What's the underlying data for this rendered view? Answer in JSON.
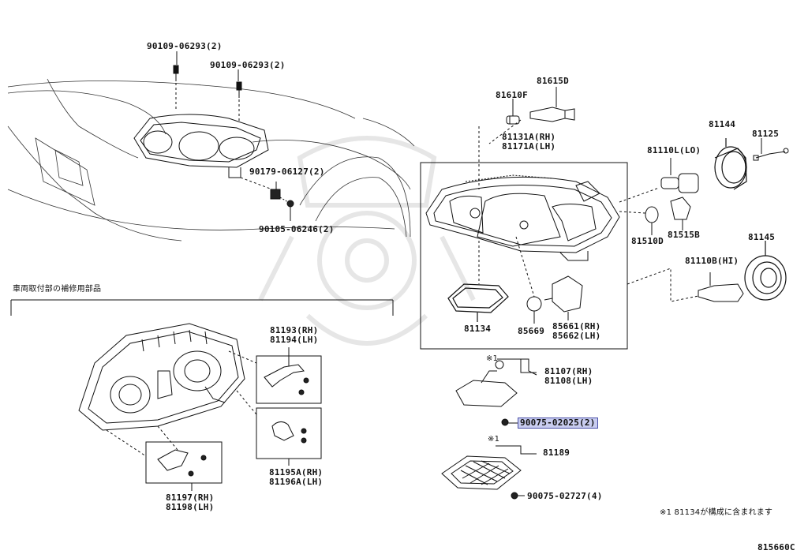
{
  "labels": {
    "p90109_a": "90109-06293(2)",
    "p90109_b": "90109-06293(2)",
    "p90179": "90179-06127(2)",
    "p90105": "90105-06246(2)",
    "p81610f": "81610F",
    "p81615d": "81615D",
    "p81131a": "81131A(RH)",
    "p81171a": "81171A(LH)",
    "p81144": "81144",
    "p81125": "81125",
    "p81110l": "81110L(LO)",
    "p81510d": "81510D",
    "p81515b": "81515B",
    "p81145": "81145",
    "p81110b": "81110B(HI)",
    "p81134": "81134",
    "p85669": "85669",
    "p85661": "85661(RH)",
    "p85662": "85662(LH)",
    "p81107": "81107(RH)",
    "p81108": "81108(LH)",
    "p90075_a": "90075-02025(2)",
    "p81189": "81189",
    "p90075_b": "90075-02727(4)",
    "p81193": "81193(RH)",
    "p81194": "81194(LH)",
    "p81195a": "81195A(RH)",
    "p81196a": "81196A(LH)",
    "p81197": "81197(RH)",
    "p81198": "81198(LH)",
    "note1_mark": "※1",
    "note2_mark": "※1",
    "section_title": "車両取付部の補修用部品",
    "footnote": "※1 81134が構成に含まれます",
    "figure_code": "815660C"
  },
  "colors": {
    "line": "#111111",
    "highlight_fill": "#c9cdf0",
    "highlight_border": "#4a50a8",
    "watermark": "#e8e8e8"
  }
}
